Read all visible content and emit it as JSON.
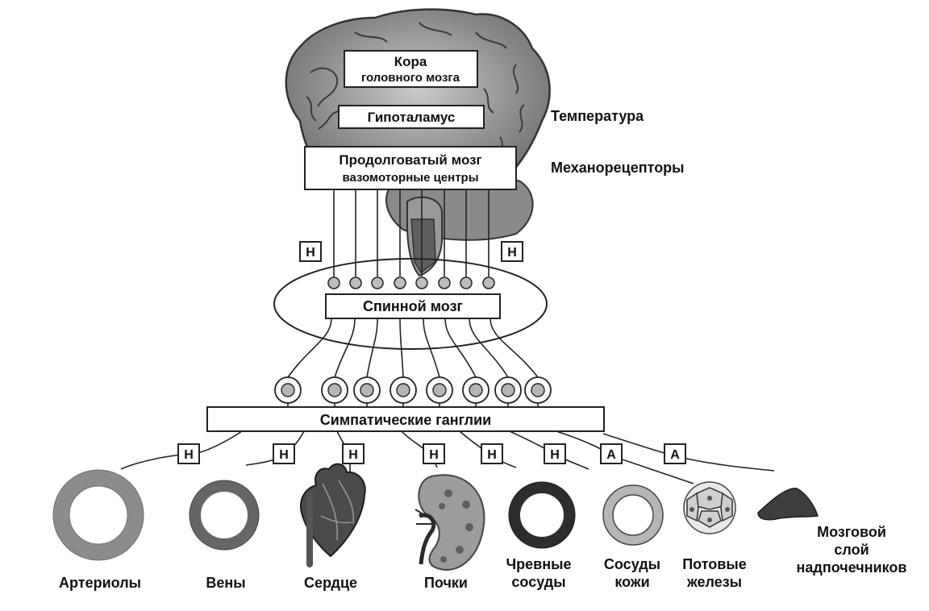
{
  "brain": {
    "cortex_line1": "Кора",
    "cortex_line2": "головного мозга",
    "hypothalamus": "Гипоталамус",
    "medulla_line1": "Продолговатый мозг",
    "medulla_line2": "вазомоторные центры"
  },
  "inputs": {
    "temperature": "Температура",
    "mechanoreceptors": "Механорецепторы"
  },
  "spinal_cord": "Спинной мозг",
  "ganglia": "Симпатические ганглии",
  "mediators": {
    "n": "Н",
    "a": "А",
    "upper_left": "Н",
    "upper_right": "Н",
    "targets": [
      "Н",
      "Н",
      "Н",
      "Н",
      "Н",
      "Н",
      "А",
      "А"
    ]
  },
  "organs": [
    {
      "name": "arterioles",
      "line1": "Артериолы",
      "line2": ""
    },
    {
      "name": "veins",
      "line1": "Вены",
      "line2": ""
    },
    {
      "name": "heart",
      "line1": "Сердце",
      "line2": ""
    },
    {
      "name": "kidney",
      "line1": "Почки",
      "line2": ""
    },
    {
      "name": "visceral-vessels",
      "line1": "Чревные",
      "line2": "сосуды"
    },
    {
      "name": "skin-vessels",
      "line1": "Сосуды",
      "line2": "кожи"
    },
    {
      "name": "sweat-glands",
      "line1": "Потовые",
      "line2": "железы"
    },
    {
      "name": "adrenal-medulla",
      "line1": "Мозговой",
      "line2": "слой",
      "line3": "надпочечников"
    }
  ]
}
